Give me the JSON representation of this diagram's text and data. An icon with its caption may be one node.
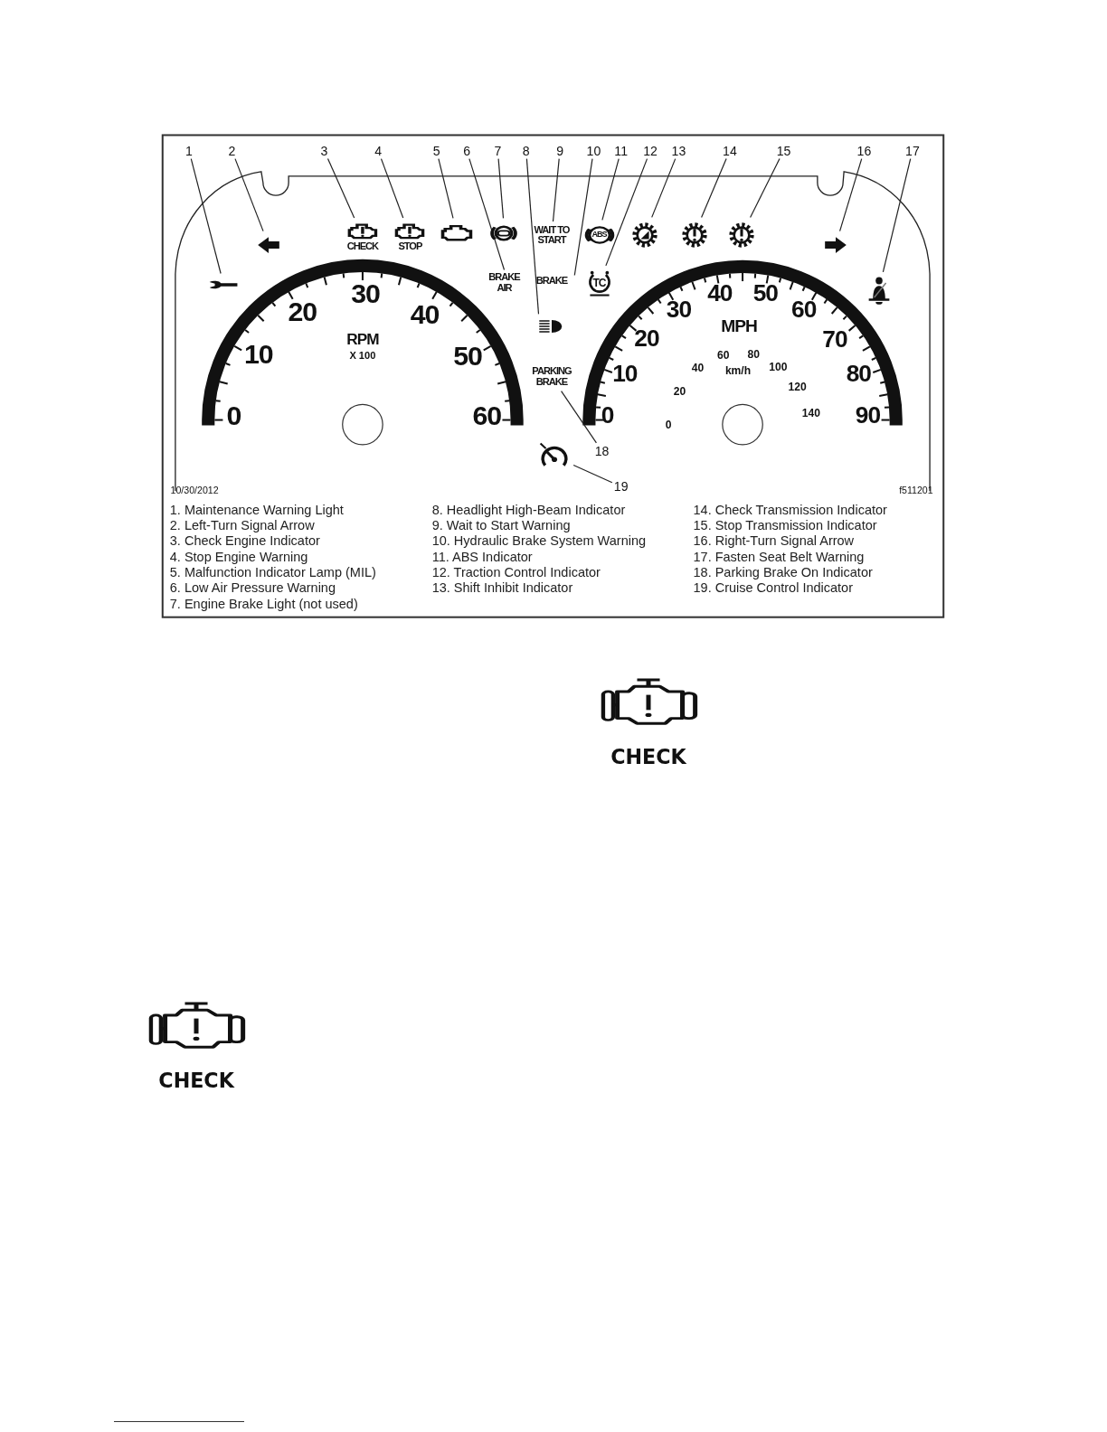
{
  "diagram": {
    "nodes": [
      {
        "text": [
          "1"
        ]
      },
      {
        "text": [
          "2"
        ]
      },
      {
        "text": [
          "3"
        ]
      },
      {
        "text": [
          "4"
        ]
      },
      {
        "text": [
          "5"
        ]
      },
      {
        "text": [
          "6"
        ]
      },
      {
        "text": [
          "7"
        ]
      },
      {
        "text": [
          "8"
        ]
      },
      {
        "text": [
          "9"
        ]
      },
      {
        "text": [
          "10"
        ]
      },
      {
        "text": [
          "11"
        ]
      },
      {
        "text": [
          "12"
        ]
      },
      {
        "text": [
          "13"
        ]
      },
      {
        "text": [
          "14"
        ]
      },
      {
        "text": [
          "15"
        ]
      },
      {
        "text": [
          "16"
        ]
      },
      {
        "text": [
          "17"
        ]
      },
      {
        "text": [],
        "shape": "picture"
      },
      {
        "text": [],
        "shape": "picture"
      },
      {
        "text": [
          "CHECK"
        ]
      },
      {
        "text": [
          "STOP"
        ]
      },
      {
        "text": [],
        "shape": "picture"
      },
      {
        "text": [
          "BRAKE AIR"
        ]
      },
      {
        "text": [],
        "shape": "picture"
      },
      {
        "text": [],
        "shape": "picture"
      },
      {
        "text": [
          "WAIT TO START"
        ]
      },
      {
        "text": [
          "BRAKE"
        ]
      },
      {
        "text": [
          "ABS"
        ]
      },
      {
        "text": [
          "TC"
        ]
      },
      {
        "text": [],
        "shape": "picture"
      },
      {
        "text": [],
        "shape": "picture"
      },
      {
        "text": [],
        "shape": "picture"
      },
      {
        "text": [],
        "shape": "picture"
      },
      {
        "text": [],
        "shape": "picture"
      },
      {
        "text": [
          "PARKING BRAKE"
        ]
      },
      {
        "text": [
          "18"
        ]
      },
      {
        "text": [],
        "shape": "picture"
      },
      {
        "text": [
          "19"
        ]
      },
      {
        "text": [
          "CHECK"
        ]
      },
      {
        "text": [
          "CHECK"
        ]
      }
    ],
    "edges": [
      {
        "from": 0,
        "to": 17,
        "arrow": "none"
      },
      {
        "from": 1,
        "to": 18,
        "arrow": "none"
      },
      {
        "from": 2,
        "to": 19,
        "arrow": "none"
      },
      {
        "from": 3,
        "to": 20,
        "arrow": "none"
      },
      {
        "from": 4,
        "to": 21,
        "arrow": "none"
      },
      {
        "from": 5,
        "to": 22,
        "arrow": "none"
      },
      {
        "from": 6,
        "to": 23,
        "arrow": "none"
      },
      {
        "from": 7,
        "to": 24,
        "arrow": "none"
      },
      {
        "from": 8,
        "to": 25,
        "arrow": "none"
      },
      {
        "from": 9,
        "to": 26,
        "arrow": "none"
      },
      {
        "from": 10,
        "to": 27,
        "arrow": "none"
      },
      {
        "from": 11,
        "to": 28,
        "arrow": "none"
      },
      {
        "from": 12,
        "to": 29,
        "arrow": "none"
      },
      {
        "from": 13,
        "to": 30,
        "arrow": "none"
      },
      {
        "from": 14,
        "to": 31,
        "arrow": "none"
      },
      {
        "from": 15,
        "to": 32,
        "arrow": "none"
      },
      {
        "from": 16,
        "to": 33,
        "arrow": "none"
      },
      {
        "from": 35,
        "to": 34,
        "arrow": "none"
      },
      {
        "from": 37,
        "to": 36,
        "arrow": "none"
      }
    ],
    "labels": [
      "0",
      "10",
      "20",
      "30",
      "40",
      "50",
      "60",
      "RPM",
      "X 100",
      "0",
      "10",
      "20",
      "30",
      "40",
      "50",
      "60",
      "70",
      "80",
      "90",
      "MPH",
      "0",
      "20",
      "40",
      "60",
      "80",
      "100",
      "120",
      "140",
      "km/h",
      "10/30/2012",
      "f511201",
      "1. Maintenance Warning Light",
      "2. Left-Turn Signal Arrow",
      "3. Check Engine Indicator",
      "4. Stop Engine Warning",
      "5. Malfunction Indicator Lamp (MIL)",
      "6. Low Air Pressure Warning",
      "7. Engine Brake Light (not used)",
      "8. Headlight High-Beam Indicator",
      "9. Wait to Start Warning",
      "10. Hydraulic Brake System Warning",
      "11. ABS Indicator",
      "12. Traction Control Indicator",
      "13. Shift Inhibit Indicator",
      "14. Check Transmission Indicator",
      "15. Stop Transmission Indicator",
      "16. Right-Turn Signal Arrow",
      "17. Fasten Seat Belt Warning",
      "18. Parking Brake On Indicator",
      "19. Cruise Control Indicator"
    ]
  }
}
